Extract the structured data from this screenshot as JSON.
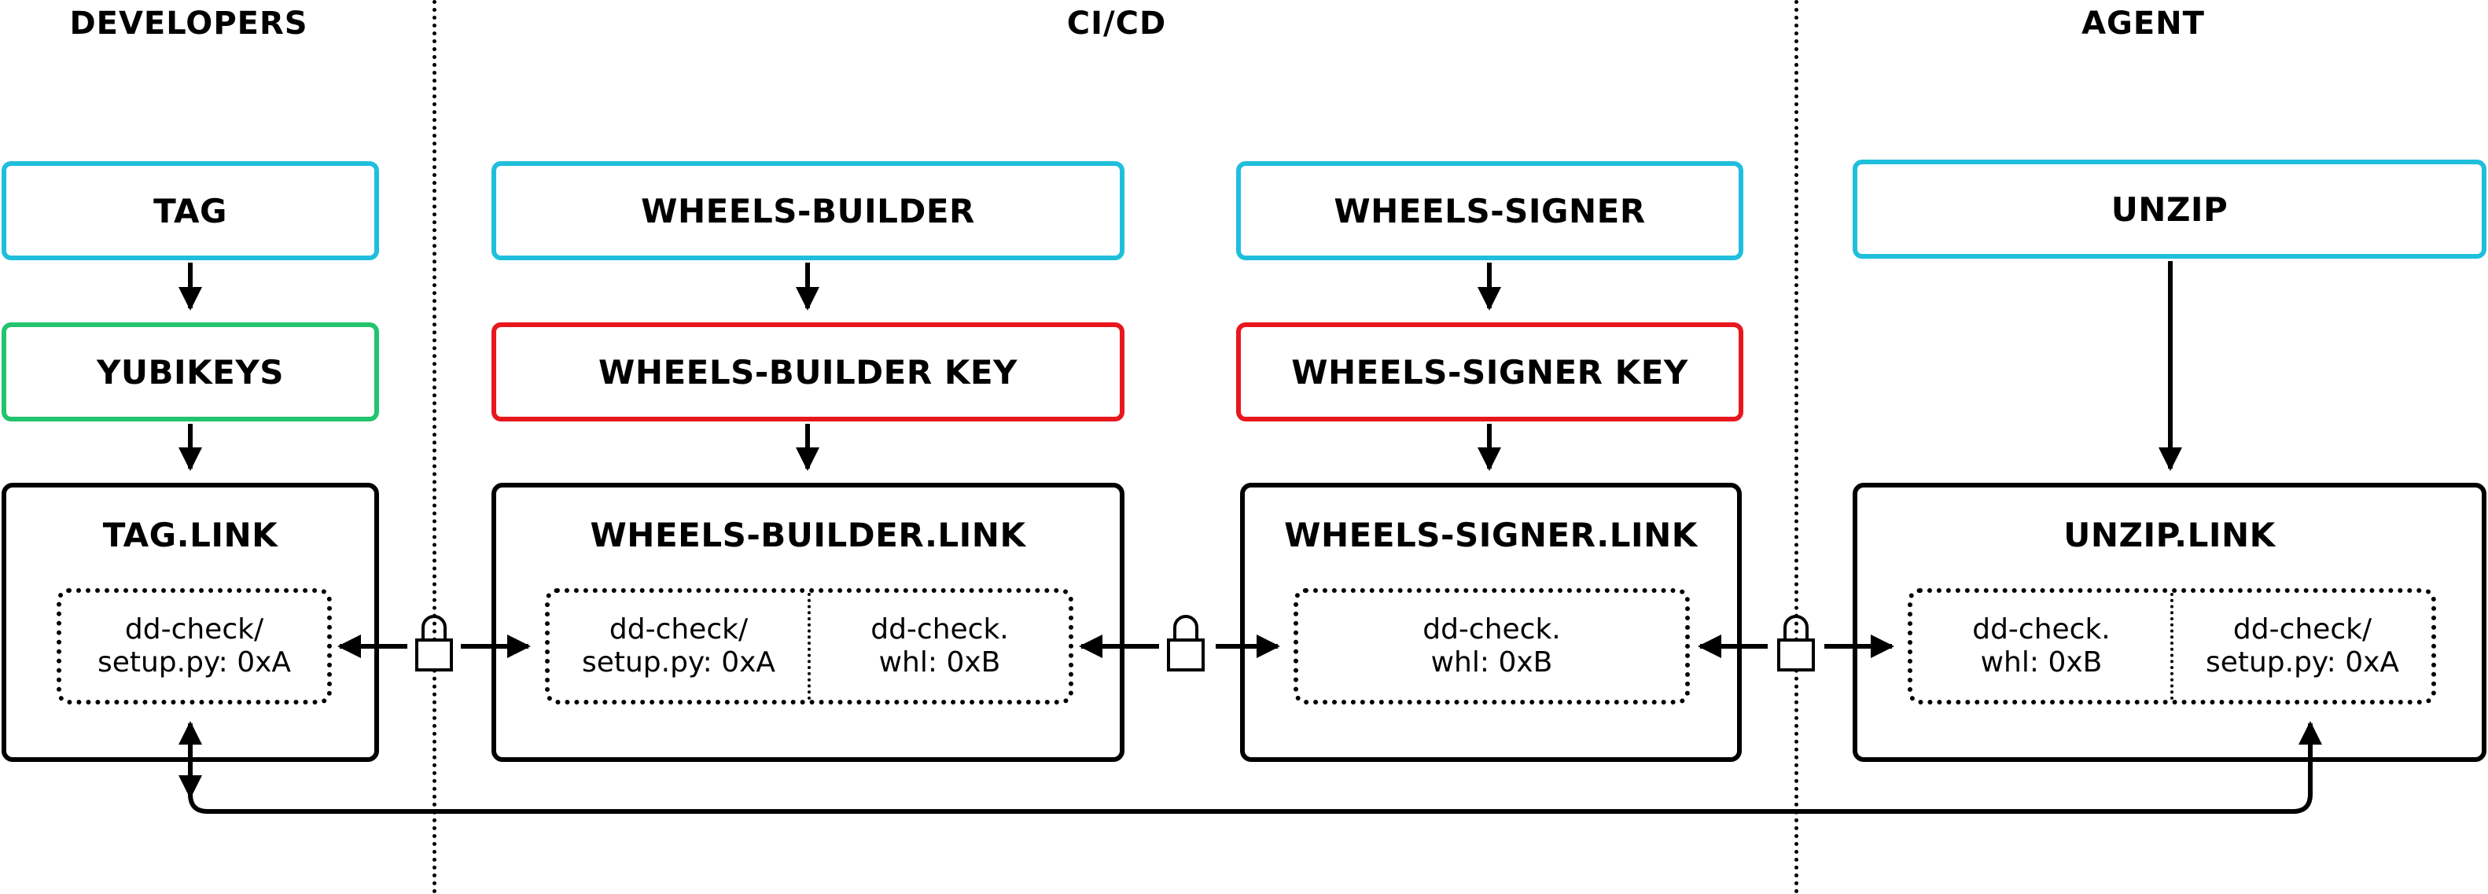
{
  "zones": {
    "developers": "DEVELOPERS",
    "cicd": "CI/CD",
    "agent": "AGENT"
  },
  "functionaries": {
    "tag": "TAG",
    "wheels_builder": "WHEELS-BUILDER",
    "wheels_signer": "WHEELS-SIGNER",
    "unzip": "UNZIP"
  },
  "keys": {
    "yubikeys": "YUBIKEYS",
    "wheels_builder_key": "WHEELS-BUILDER KEY",
    "wheels_signer_key": "WHEELS-SIGNER KEY"
  },
  "links": {
    "tag": {
      "title": "TAG.LINK",
      "files": [
        "dd-check/\nsetup.py: 0xA"
      ]
    },
    "wheels_builder": {
      "title": "WHEELS-BUILDER.LINK",
      "files": [
        "dd-check/\nsetup.py: 0xA",
        "dd-check.\nwhl: 0xB"
      ]
    },
    "wheels_signer": {
      "title": "WHEELS-SIGNER.LINK",
      "files": [
        "dd-check.\nwhl: 0xB"
      ]
    },
    "unzip": {
      "title": "UNZIP.LINK",
      "files": [
        "dd-check.\nwhl: 0xB",
        "dd-check/\nsetup.py: 0xA"
      ]
    }
  },
  "colors": {
    "functionary_border": "#1fbfdc",
    "developer_key_border": "#22c46e",
    "ci_key_border": "#e8171e",
    "link_border": "#000000"
  },
  "icons": [
    "padlock-icon",
    "padlock-icon",
    "padlock-icon"
  ]
}
